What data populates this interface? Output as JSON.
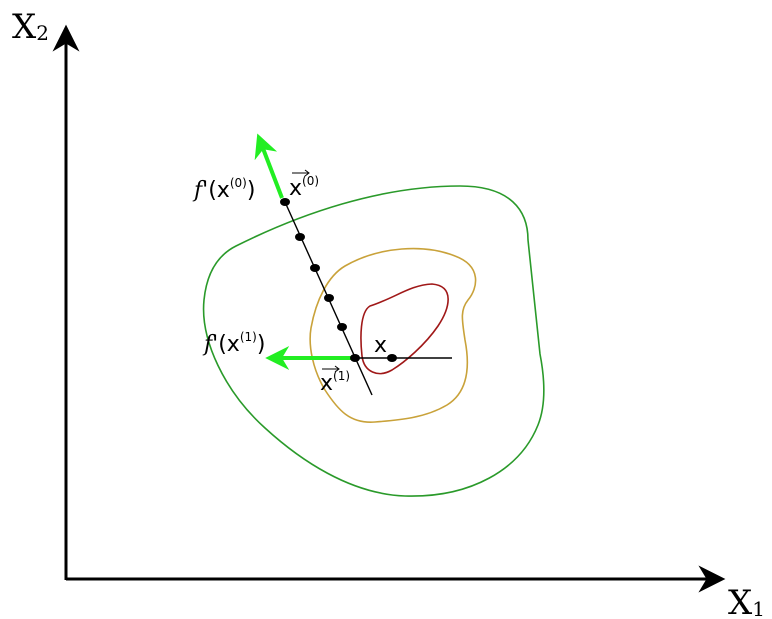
{
  "axes": {
    "x_label_main": "X",
    "x_label_sub": "1",
    "y_label_main": "X",
    "y_label_sub": "2"
  },
  "labels": {
    "grad0_f": "f",
    "grad0_rest": "'(x",
    "grad0_sup": "(0)",
    "grad0_close": ")",
    "x0_main": "x",
    "x0_sup": "(0)",
    "grad1_f": "f",
    "grad1_rest": "'(x",
    "grad1_sup": "(1)",
    "grad1_close": ")",
    "x1_main": "x",
    "x1_sup": "(1)",
    "minimum_mark": "x"
  },
  "colors": {
    "axis": "#000000",
    "gradient_arrow": "#22ee22",
    "outer_contour": "#2a9a2a",
    "middle_contour": "#c9a23a",
    "inner_contour": "#a01818",
    "line": "#000000"
  }
}
